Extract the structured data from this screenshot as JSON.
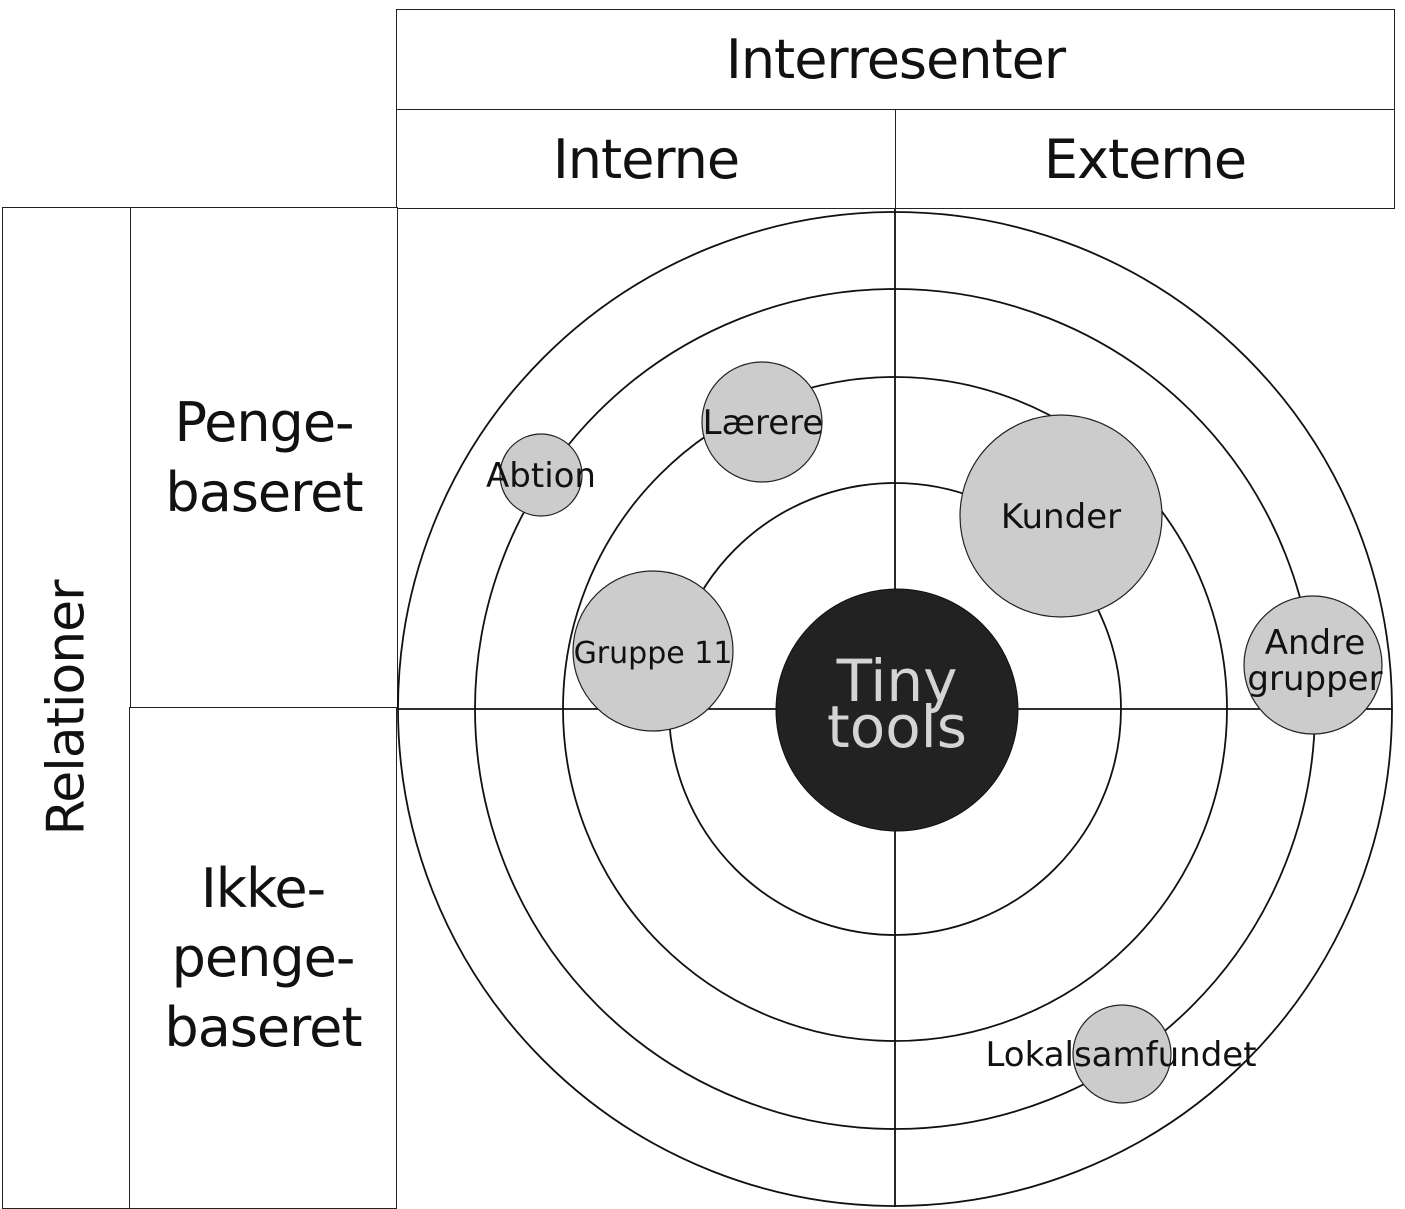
{
  "header": {
    "title": "Interresenter",
    "columns": [
      "Interne",
      "Externe"
    ]
  },
  "side": {
    "title": "Relationer",
    "rows": [
      [
        "Penge-",
        "baseret"
      ],
      [
        "Ikke-",
        "penge-",
        "baseret"
      ]
    ]
  },
  "center": {
    "lines": [
      "Tiny",
      "tools"
    ]
  },
  "stakeholders": [
    {
      "id": "abtion",
      "lines": [
        "Abtion"
      ]
    },
    {
      "id": "laerere",
      "lines": [
        "Lærere"
      ]
    },
    {
      "id": "gruppe11",
      "lines": [
        "Gruppe 11"
      ]
    },
    {
      "id": "kunder",
      "lines": [
        "Kunder"
      ]
    },
    {
      "id": "andre",
      "lines": [
        "Andre",
        "grupper"
      ]
    },
    {
      "id": "lokal",
      "lines": [
        "Lokalsamfundet"
      ]
    }
  ],
  "colors": {
    "bubble": "#cccccc",
    "center": "#222222",
    "center_text": "#d4d4d4",
    "line": "#111111"
  }
}
